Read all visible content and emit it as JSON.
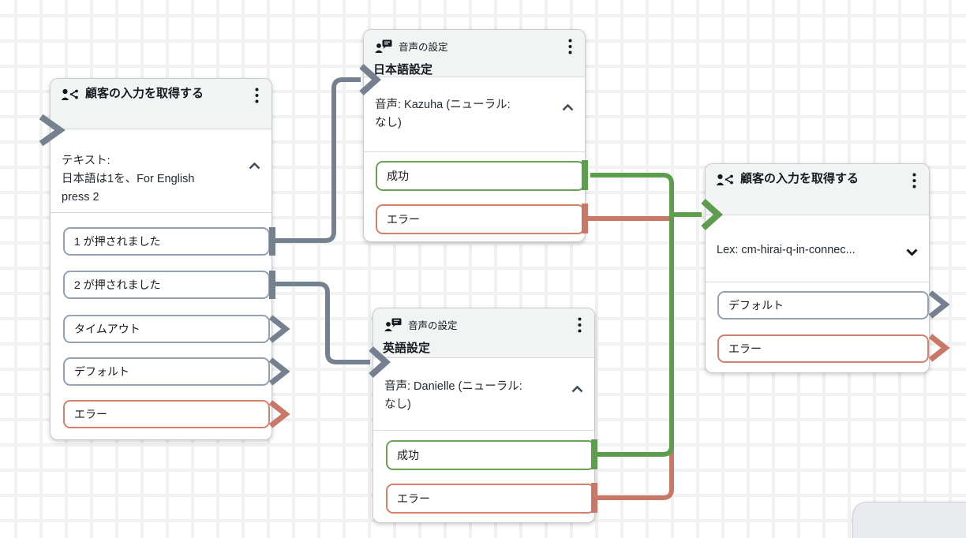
{
  "colors": {
    "connector_gray": "#76818f",
    "success_green": "#5c9e4d",
    "error_red": "#c97767",
    "header_bg": "#f2f3f3",
    "node_border": "#c6ccd4"
  },
  "nodes": [
    {
      "id": "get-customer-input-1",
      "title": "顧客の入力を取得する",
      "icon": "customer-input-icon",
      "body": {
        "line1": "テキスト:",
        "line2": "日本語は1を、For English",
        "line3": "press 2",
        "collapse_state": "expanded"
      },
      "branches": [
        {
          "label": "1 が押されました",
          "state": "connected",
          "color": "gray"
        },
        {
          "label": "2 が押されました",
          "state": "connected",
          "color": "gray"
        },
        {
          "label": "タイムアウト",
          "state": "open",
          "color": "gray"
        },
        {
          "label": "デフォルト",
          "state": "open",
          "color": "gray"
        },
        {
          "label": "エラー",
          "state": "open",
          "color": "red"
        }
      ]
    },
    {
      "id": "set-voice-japanese",
      "type_label": "音声の設定",
      "title": "日本語設定",
      "icon": "voice-settings-icon",
      "body": {
        "line1": "音声: Kazuha (ニューラル:",
        "line2": "なし)",
        "collapse_state": "expanded"
      },
      "branches": [
        {
          "label": "成功",
          "state": "connected",
          "color": "green"
        },
        {
          "label": "エラー",
          "state": "connected",
          "color": "red"
        }
      ]
    },
    {
      "id": "set-voice-english",
      "type_label": "音声の設定",
      "title": "英語設定",
      "icon": "voice-settings-icon",
      "body": {
        "line1": "音声: Danielle (ニューラル:",
        "line2": "なし)",
        "collapse_state": "expanded"
      },
      "branches": [
        {
          "label": "成功",
          "state": "connected",
          "color": "green"
        },
        {
          "label": "エラー",
          "state": "connected",
          "color": "red"
        }
      ]
    },
    {
      "id": "get-customer-input-2",
      "title": "顧客の入力を取得する",
      "icon": "customer-input-icon",
      "body": {
        "line1": "Lex: cm-hirai-q-in-connec...",
        "collapse_state": "collapsed"
      },
      "branches": [
        {
          "label": "デフォルト",
          "state": "open",
          "color": "gray"
        },
        {
          "label": "エラー",
          "state": "open",
          "color": "red"
        }
      ]
    }
  ],
  "edges": [
    {
      "from": "get-customer-input-1 / 1 が押されました",
      "to": "set-voice-japanese",
      "color": "gray"
    },
    {
      "from": "get-customer-input-1 / 2 が押されました",
      "to": "set-voice-english",
      "color": "gray"
    },
    {
      "from": "set-voice-japanese / 成功",
      "to": "get-customer-input-2",
      "color": "green"
    },
    {
      "from": "set-voice-japanese / エラー",
      "to": "get-customer-input-2",
      "color": "red"
    },
    {
      "from": "set-voice-english / 成功",
      "to": "get-customer-input-2",
      "color": "green"
    },
    {
      "from": "set-voice-english / エラー",
      "to": "get-customer-input-2",
      "color": "red"
    }
  ]
}
